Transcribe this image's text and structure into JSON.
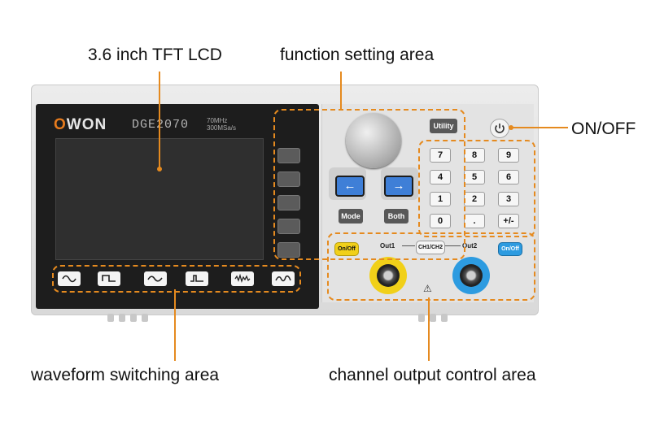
{
  "callouts": {
    "lcd": "3.6 inch TFT LCD",
    "function": "function setting area",
    "onoff": "ON/OFF",
    "waveform": "waveform switching area",
    "channel": "channel output control area"
  },
  "device": {
    "brand_first": "O",
    "brand_rest": "WON",
    "model": "DGE2070",
    "spec_line1": "70MHz",
    "spec_line2": "300MSa/s"
  },
  "keypad": {
    "utility": "Utility",
    "mode": "Mode",
    "both": "Both",
    "left_arrow": "←",
    "right_arrow": "→",
    "digits": [
      "7",
      "8",
      "9",
      "4",
      "5",
      "6",
      "1",
      "2",
      "3",
      "0",
      ".",
      "+/-"
    ]
  },
  "outputs": {
    "ch1_onoff": "On/Off",
    "ch2_onoff": "On/Off",
    "out1": "Out1",
    "out2": "Out2",
    "ch_switch": "CH1/CH2",
    "warning": "⚠"
  },
  "icons": {
    "power": "power-icon",
    "wave_sine": "sine-icon",
    "wave_square": "square-icon",
    "wave_ramp": "ramp-icon",
    "wave_pulse": "pulse-icon",
    "wave_noise": "noise-icon",
    "wave_arb": "arb-icon"
  },
  "colors": {
    "accent": "#e58a1f",
    "ch1": "#f1d019",
    "ch2": "#2d9be0",
    "arrow_key": "#3f7fd7"
  }
}
